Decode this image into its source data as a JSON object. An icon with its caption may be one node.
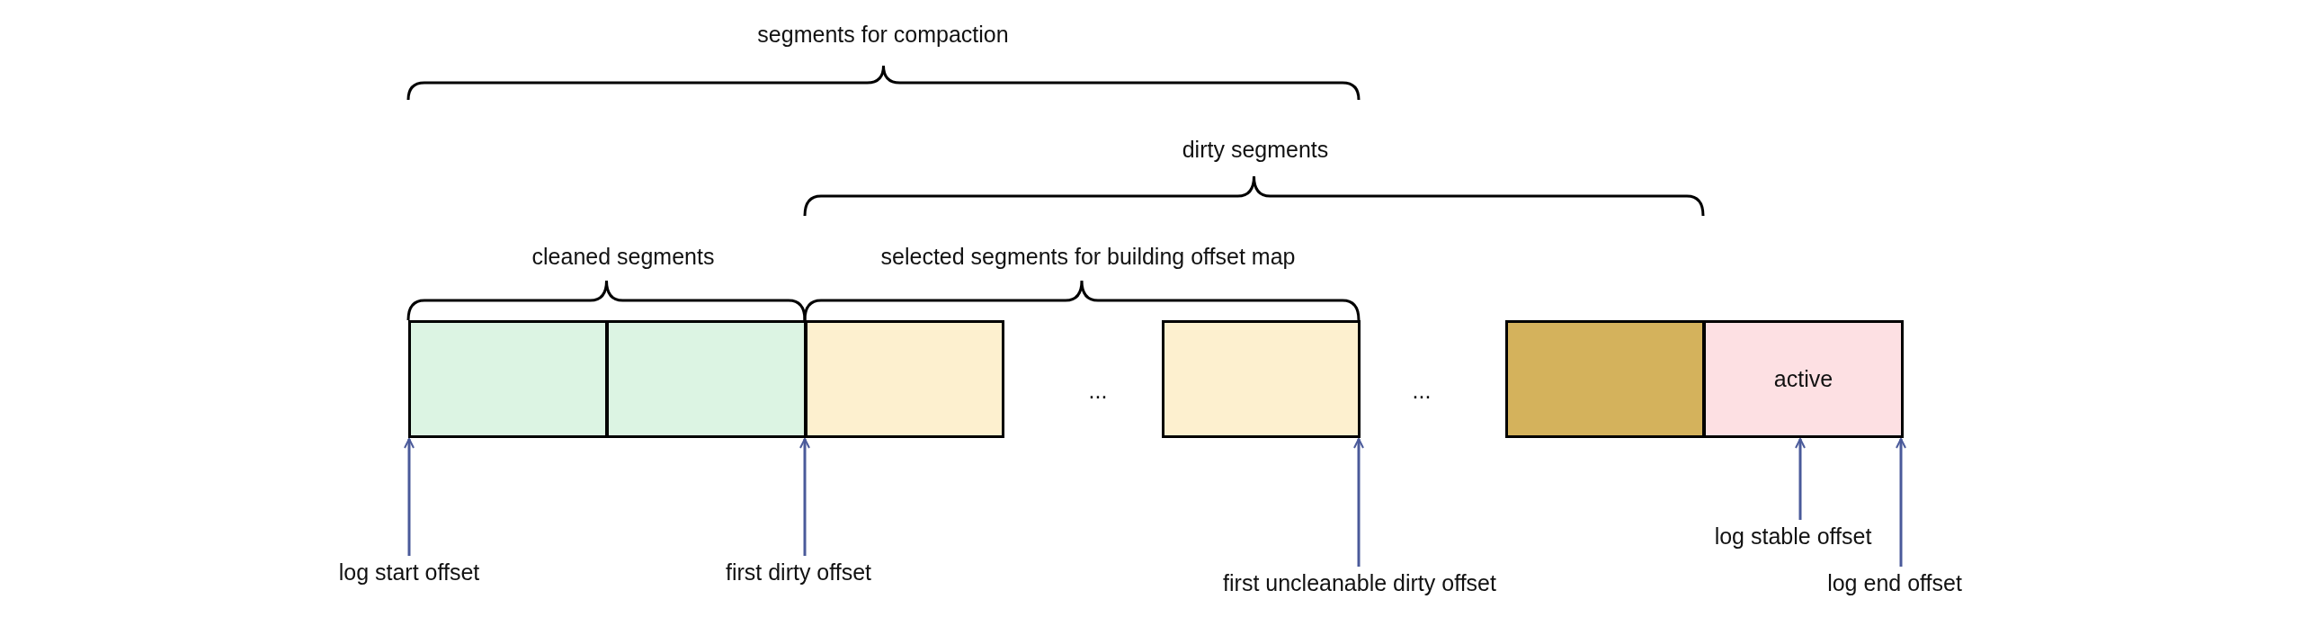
{
  "diagram": {
    "nodes": [
      {
        "text": [],
        "shape": "box"
      },
      {
        "text": [],
        "shape": "box"
      },
      {
        "text": [],
        "shape": "box"
      },
      {
        "text": [],
        "shape": "box"
      },
      {
        "text": [],
        "shape": "box"
      },
      {
        "text": [
          "active"
        ]
      },
      {
        "text": [
          "log start offset"
        ]
      },
      {
        "text": [
          "first dirty offset"
        ]
      },
      {
        "text": [
          "first uncleanable dirty offset"
        ]
      },
      {
        "text": [
          "log stable offset"
        ]
      },
      {
        "text": [
          "log end offset"
        ]
      }
    ],
    "edges": [
      {
        "from": 6,
        "to": 0,
        "arrow": "to"
      },
      {
        "from": 7,
        "to": 2,
        "arrow": "to"
      },
      {
        "from": 8,
        "to": 3,
        "arrow": "to"
      },
      {
        "from": 9,
        "to": 5,
        "arrow": "to"
      },
      {
        "from": 10,
        "to": 5,
        "arrow": "to"
      }
    ],
    "labels": [
      "segments for compaction",
      "dirty segments",
      "cleaned segments",
      "selected segments for building offset map",
      "...",
      "..."
    ]
  }
}
